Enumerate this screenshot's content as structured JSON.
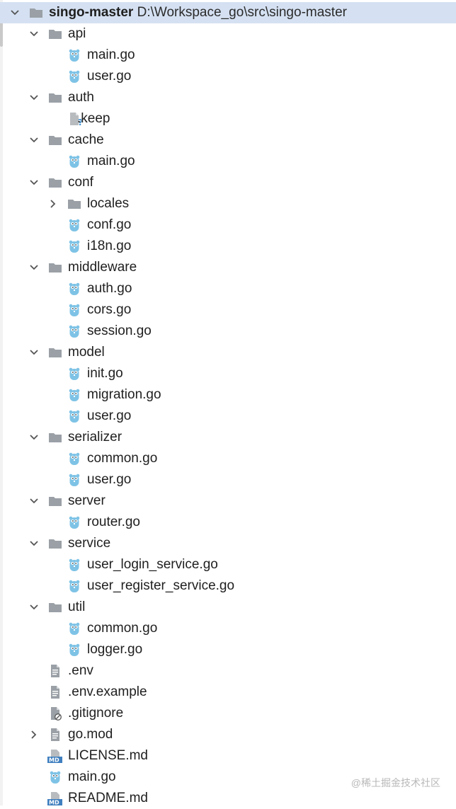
{
  "project": {
    "name": "singo-master",
    "path": "D:\\Workspace_go\\src\\singo-master"
  },
  "tree": [
    {
      "label": "api",
      "type": "folder",
      "depth": 1,
      "expanded": true
    },
    {
      "label": "main.go",
      "type": "go",
      "depth": 2
    },
    {
      "label": "user.go",
      "type": "go",
      "depth": 2
    },
    {
      "label": "auth",
      "type": "folder",
      "depth": 1,
      "expanded": true
    },
    {
      "label": ".keep",
      "type": "unknown",
      "depth": 2
    },
    {
      "label": "cache",
      "type": "folder",
      "depth": 1,
      "expanded": true
    },
    {
      "label": "main.go",
      "type": "go",
      "depth": 2
    },
    {
      "label": "conf",
      "type": "folder",
      "depth": 1,
      "expanded": true
    },
    {
      "label": "locales",
      "type": "folder",
      "depth": 2,
      "expanded": false
    },
    {
      "label": "conf.go",
      "type": "go",
      "depth": 2
    },
    {
      "label": "i18n.go",
      "type": "go",
      "depth": 2
    },
    {
      "label": "middleware",
      "type": "folder",
      "depth": 1,
      "expanded": true
    },
    {
      "label": "auth.go",
      "type": "go",
      "depth": 2
    },
    {
      "label": "cors.go",
      "type": "go",
      "depth": 2
    },
    {
      "label": "session.go",
      "type": "go",
      "depth": 2
    },
    {
      "label": "model",
      "type": "folder",
      "depth": 1,
      "expanded": true
    },
    {
      "label": "init.go",
      "type": "go",
      "depth": 2
    },
    {
      "label": "migration.go",
      "type": "go",
      "depth": 2
    },
    {
      "label": "user.go",
      "type": "go",
      "depth": 2
    },
    {
      "label": "serializer",
      "type": "folder",
      "depth": 1,
      "expanded": true
    },
    {
      "label": "common.go",
      "type": "go",
      "depth": 2
    },
    {
      "label": "user.go",
      "type": "go",
      "depth": 2
    },
    {
      "label": "server",
      "type": "folder",
      "depth": 1,
      "expanded": true
    },
    {
      "label": "router.go",
      "type": "go",
      "depth": 2
    },
    {
      "label": "service",
      "type": "folder",
      "depth": 1,
      "expanded": true
    },
    {
      "label": "user_login_service.go",
      "type": "go",
      "depth": 2
    },
    {
      "label": "user_register_service.go",
      "type": "go",
      "depth": 2
    },
    {
      "label": "util",
      "type": "folder",
      "depth": 1,
      "expanded": true
    },
    {
      "label": "common.go",
      "type": "go",
      "depth": 2
    },
    {
      "label": "logger.go",
      "type": "go",
      "depth": 2
    },
    {
      "label": ".env",
      "type": "text",
      "depth": 1
    },
    {
      "label": ".env.example",
      "type": "text",
      "depth": 1
    },
    {
      "label": ".gitignore",
      "type": "ignore",
      "depth": 1
    },
    {
      "label": "go.mod",
      "type": "mod",
      "depth": 1,
      "expanded": false
    },
    {
      "label": "LICENSE.md",
      "type": "md",
      "depth": 1
    },
    {
      "label": "main.go",
      "type": "go",
      "depth": 1
    },
    {
      "label": "README.md",
      "type": "md",
      "depth": 1
    }
  ],
  "watermark": "@稀土掘金技术社区",
  "colors": {
    "selection": "#d5e1f2",
    "folder": "#9aa0a6",
    "go": "#7ec3e6",
    "md": "#3f7fbf",
    "arrow": "#555555"
  }
}
